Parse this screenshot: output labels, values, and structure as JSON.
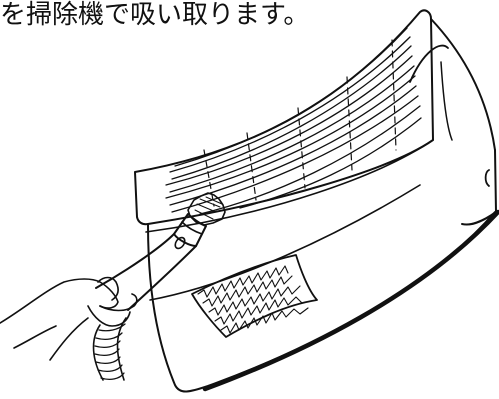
{
  "caption": {
    "text": "を掃除機で吸い取ります。"
  },
  "colors": {
    "line": "#111111",
    "background": "#ffffff"
  },
  "illustration": {
    "objects": [
      "air-conditioner-indoor-unit",
      "vacuum-brush-nozzle",
      "vacuum-hose",
      "hand"
    ]
  }
}
